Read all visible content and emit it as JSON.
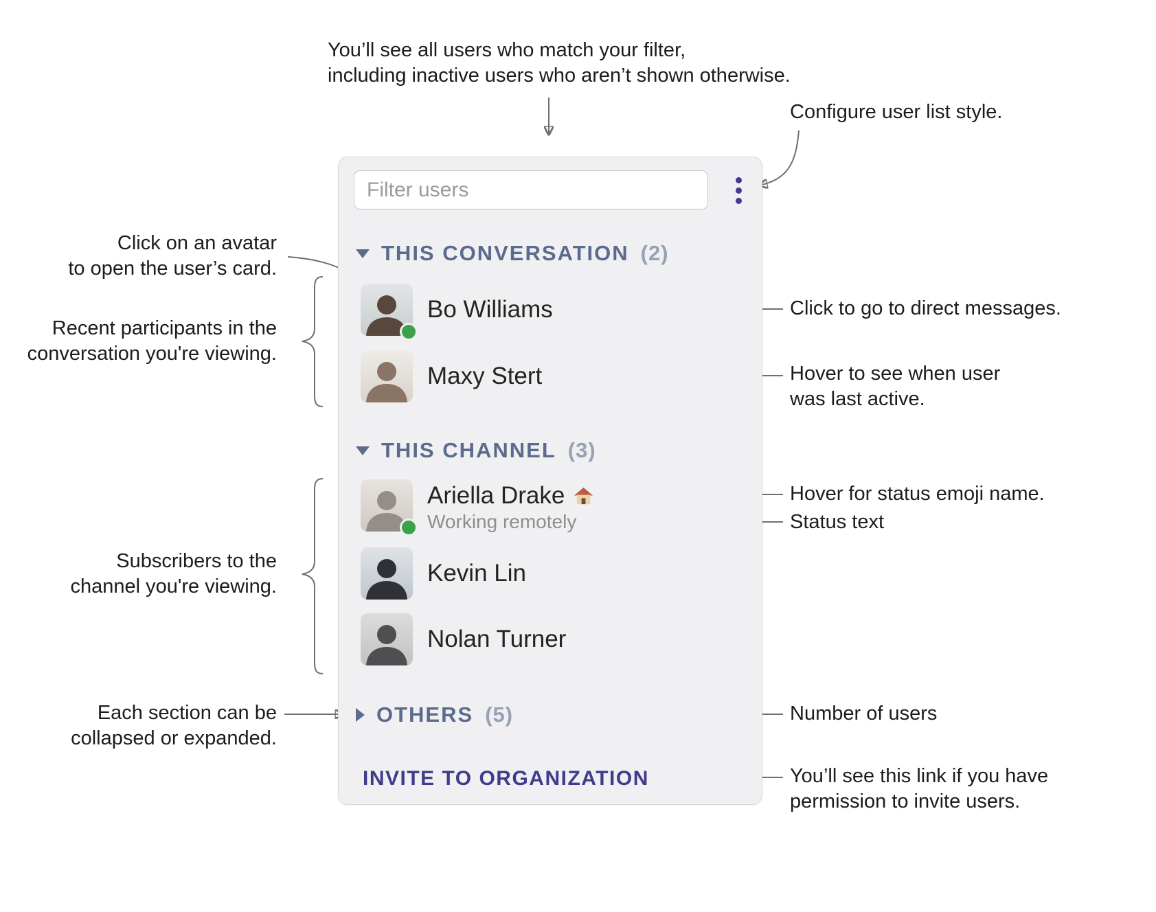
{
  "panel": {
    "filter": {
      "placeholder": "Filter users"
    },
    "sections": [
      {
        "label": "THIS CONVERSATION",
        "count": "(2)",
        "collapsed": false,
        "users": [
          {
            "name": "Bo Williams",
            "online": true
          },
          {
            "name": "Maxy Stert",
            "online": false
          }
        ]
      },
      {
        "label": "THIS CHANNEL",
        "count": "(3)",
        "collapsed": false,
        "users": [
          {
            "name": "Ariella Drake",
            "status_emoji": "🏠",
            "status_text": "Working remotely",
            "online": true
          },
          {
            "name": "Kevin Lin",
            "online": false
          },
          {
            "name": "Nolan Turner",
            "online": false
          }
        ]
      },
      {
        "label": "OTHERS",
        "count": "(5)",
        "collapsed": true,
        "users": []
      }
    ],
    "invite_label": "INVITE TO ORGANIZATION"
  },
  "annotations": {
    "filter_note": "You’ll see all users who match your filter,\nincluding inactive users who aren’t shown otherwise.",
    "configure_note": "Configure user list style.",
    "avatar_note": "Click on an avatar\nto open the user’s card.",
    "recent_participants_note": "Recent participants in the\nconversation you're viewing.",
    "direct_messages_note": "Click to go to direct messages.",
    "last_active_note": "Hover to see when user\nwas last active.",
    "status_emoji_note": "Hover for status emoji name.",
    "status_text_note": "Status text",
    "subscribers_note": "Subscribers to the\nchannel you're viewing.",
    "collapse_note": "Each section can be\ncollapsed or expanded.",
    "user_count_note": "Number of users",
    "invite_note": "You’ll see this link if you have\npermission to invite users."
  },
  "colors": {
    "accent": "#413b8c",
    "section_header": "#5a6b8c",
    "section_count": "#97a1b4",
    "presence": "#3da14c",
    "annotation_line": "#6f6f6f",
    "text": "#1c1c1c",
    "panel_bg": "#f0f0f2"
  }
}
